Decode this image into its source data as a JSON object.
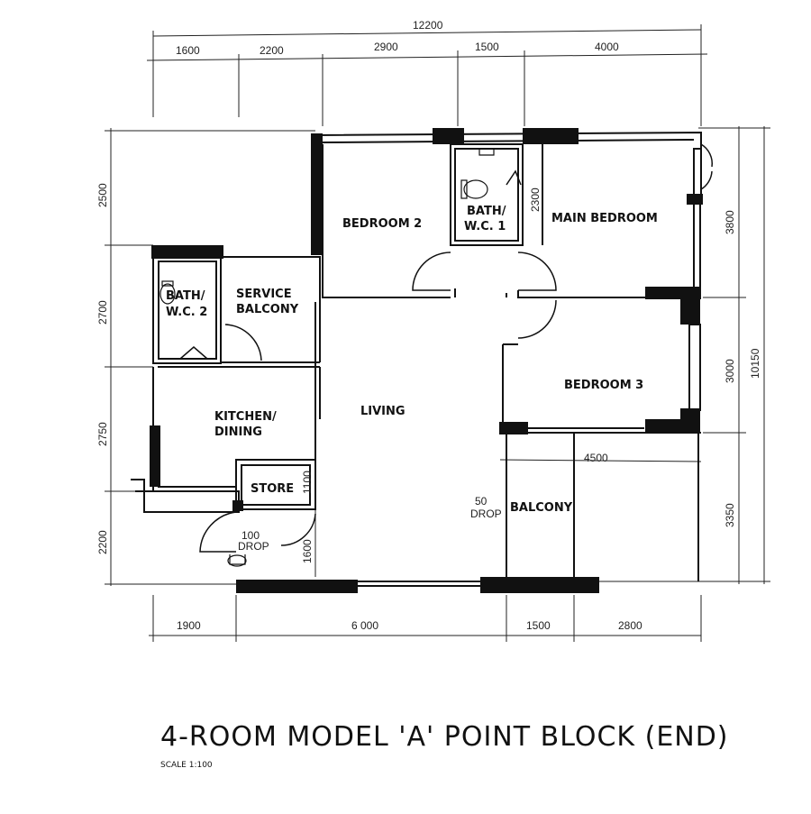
{
  "title": "4-ROOM MODEL 'A' POINT BLOCK (END)",
  "scale": "SCALE 1:100",
  "dimensions": {
    "top_total": "12200",
    "top": [
      "1600",
      "2200",
      "2900",
      "1500",
      "4000"
    ],
    "bottom": [
      "1900",
      "6 000",
      "1500",
      "2800"
    ],
    "left": [
      "2500",
      "2700",
      "2750",
      "2200"
    ],
    "right_total": "10150",
    "right": [
      "3800",
      "3000",
      "3350"
    ],
    "bath1_width": "2300",
    "balcony_width": "4500",
    "store_height": "1100",
    "entrance": "1600"
  },
  "rooms": {
    "bedroom2": "BEDROOM 2",
    "bath1_line1": "BATH/",
    "bath1_line2": "W.C. 1",
    "main_bedroom": "MAIN BEDROOM",
    "bath2_line1": "BATH/",
    "bath2_line2": "W.C. 2",
    "service_line1": "SERVICE",
    "service_line2": "BALCONY",
    "kitchen_line1": "KITCHEN/",
    "kitchen_line2": "DINING",
    "living": "LIVING",
    "bedroom3": "BEDROOM 3",
    "store": "STORE",
    "balcony": "BALCONY"
  },
  "notes": {
    "drop50_line1": "50",
    "drop50_line2": "DROP",
    "drop100_line1": "100",
    "drop100_line2": "DROP"
  }
}
